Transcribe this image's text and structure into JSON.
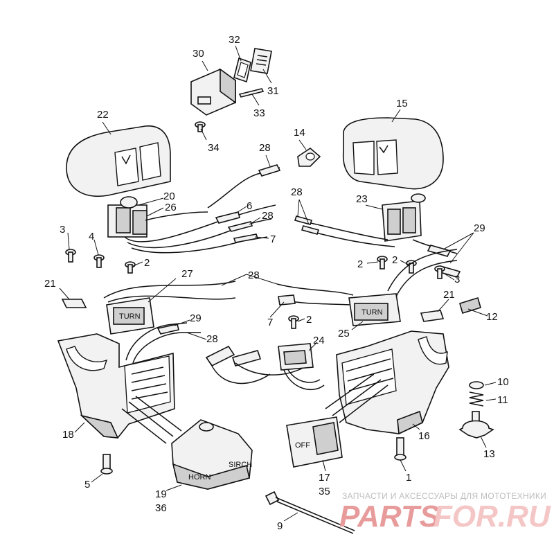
{
  "callouts": [
    {
      "id": "c30",
      "text": "30"
    },
    {
      "id": "c32",
      "text": "32"
    },
    {
      "id": "c31",
      "text": "31"
    },
    {
      "id": "c33",
      "text": "33"
    },
    {
      "id": "c22",
      "text": "22"
    },
    {
      "id": "c15",
      "text": "15"
    },
    {
      "id": "c14",
      "text": "14"
    },
    {
      "id": "c34",
      "text": "34"
    },
    {
      "id": "c28a",
      "text": "28"
    },
    {
      "id": "c20",
      "text": "20"
    },
    {
      "id": "c26",
      "text": "26"
    },
    {
      "id": "c6",
      "text": "6"
    },
    {
      "id": "c28b",
      "text": "28"
    },
    {
      "id": "c7a",
      "text": "7"
    },
    {
      "id": "c3a",
      "text": "3"
    },
    {
      "id": "c4",
      "text": "4"
    },
    {
      "id": "c2a",
      "text": "2"
    },
    {
      "id": "c28c",
      "text": "28"
    },
    {
      "id": "c23",
      "text": "23"
    },
    {
      "id": "c29a",
      "text": "29"
    },
    {
      "id": "c2b",
      "text": "2"
    },
    {
      "id": "c2c",
      "text": "2"
    },
    {
      "id": "c3b",
      "text": "3"
    },
    {
      "id": "c21a",
      "text": "21"
    },
    {
      "id": "c27",
      "text": "27"
    },
    {
      "id": "c28d",
      "text": "28"
    },
    {
      "id": "c21b",
      "text": "21"
    },
    {
      "id": "c12",
      "text": "12"
    },
    {
      "id": "c7b",
      "text": "7"
    },
    {
      "id": "c2d",
      "text": "2"
    },
    {
      "id": "c25",
      "text": "25"
    },
    {
      "id": "c29b",
      "text": "29"
    },
    {
      "id": "c28e",
      "text": "28"
    },
    {
      "id": "c24",
      "text": "24"
    },
    {
      "id": "c10",
      "text": "10"
    },
    {
      "id": "c11",
      "text": "11"
    },
    {
      "id": "c18",
      "text": "18"
    },
    {
      "id": "c16",
      "text": "16"
    },
    {
      "id": "c13",
      "text": "13"
    },
    {
      "id": "c5",
      "text": "5"
    },
    {
      "id": "c1",
      "text": "1"
    },
    {
      "id": "c17",
      "text": "17"
    },
    {
      "id": "c35",
      "text": "35"
    },
    {
      "id": "c19",
      "text": "19"
    },
    {
      "id": "c36",
      "text": "36"
    },
    {
      "id": "c9",
      "text": "9"
    }
  ],
  "part_labels": {
    "turn_left": "TURN",
    "turn_right": "TURN",
    "horn": "HORN",
    "siren": "SIRCH",
    "off": "OFF"
  },
  "watermark": {
    "tagline": "ЗАПЧАСТИ И АКСЕССУАРЫ ДЛЯ МОТОТЕХНИКИ",
    "brand_part1": "PARTS",
    "brand_part2": "FOR.RU"
  }
}
